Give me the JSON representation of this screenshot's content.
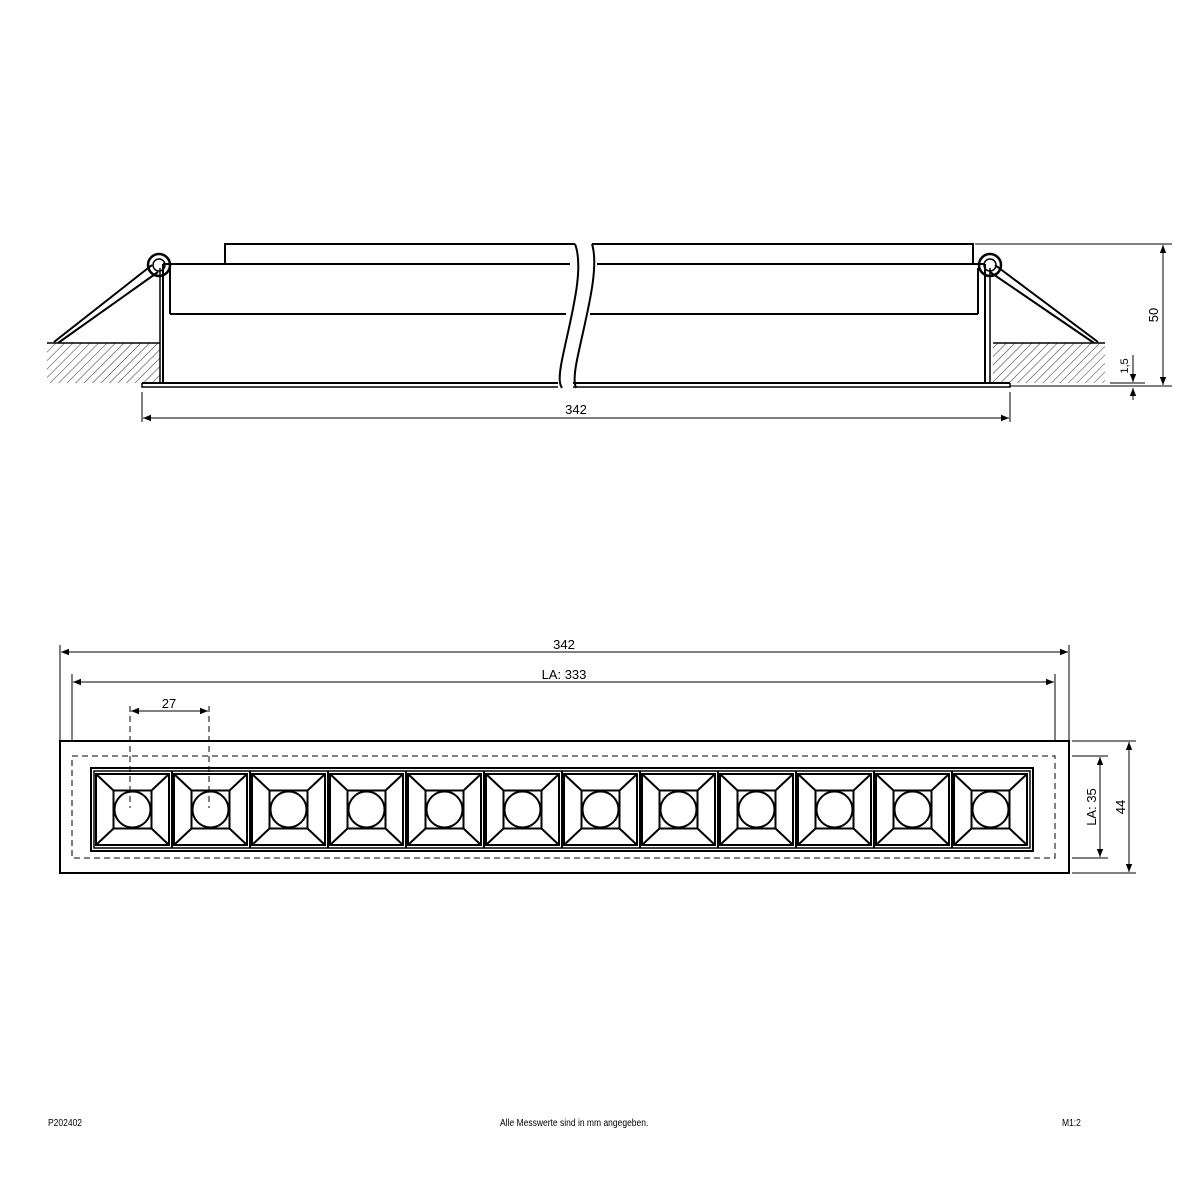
{
  "side_view": {
    "width_dim": "342",
    "height_dim": "50",
    "flange_dim": "1,5"
  },
  "top_view": {
    "overall_width_dim": "342",
    "cutout_width_dim": "LA: 333",
    "pitch_dim": "27",
    "cutout_height_dim": "LA: 35",
    "overall_height_dim": "44",
    "led_cell_count": 12
  },
  "footer": {
    "article_number": "P202402",
    "note": "Alle Messwerte sind in mm angegeben.",
    "scale": "M1:2"
  },
  "colors": {
    "line": "#000000",
    "background": "#ffffff"
  }
}
